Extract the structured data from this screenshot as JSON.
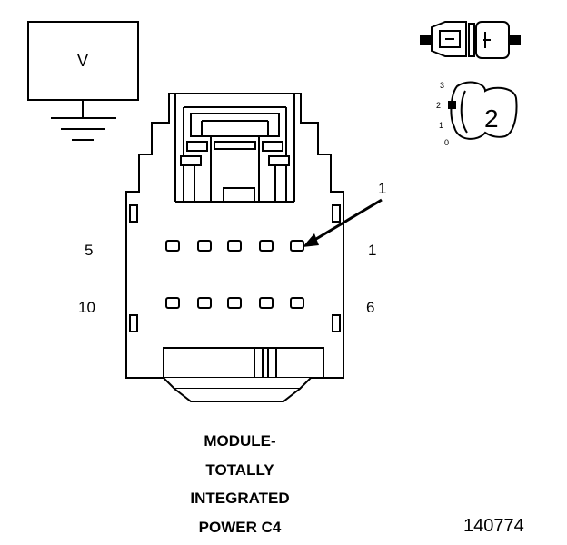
{
  "meter": {
    "label": "V"
  },
  "connector": {
    "pin_labels": {
      "top_left": "5",
      "top_right": "1",
      "bottom_left": "10",
      "bottom_right": "6"
    },
    "callout": "1"
  },
  "locator": {
    "position_number": "2",
    "scale": [
      "3",
      "2",
      "1",
      "0"
    ]
  },
  "caption": [
    "MODULE-",
    "TOTALLY",
    "INTEGRATED",
    "POWER C4"
  ],
  "figure_id": "140774"
}
